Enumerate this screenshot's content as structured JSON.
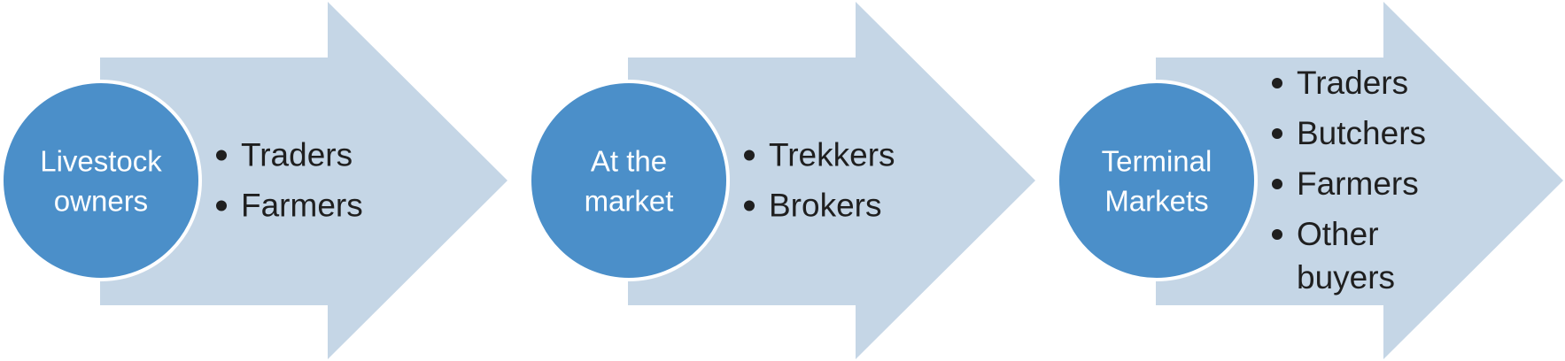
{
  "colors": {
    "arrow_fill": "#c5d6e6",
    "circle_fill": "#4b8fc9",
    "circle_stroke": "#ffffff",
    "circle_text": "#ffffff",
    "bullet_text": "#1f1f1f"
  },
  "stages": [
    {
      "circle_lines": [
        "Livestock",
        "owners"
      ],
      "items": [
        {
          "lines": [
            "Traders"
          ]
        },
        {
          "lines": [
            "Farmers"
          ]
        }
      ]
    },
    {
      "circle_lines": [
        "At the",
        "market"
      ],
      "items": [
        {
          "lines": [
            "Trekkers"
          ]
        },
        {
          "lines": [
            "Brokers"
          ]
        }
      ]
    },
    {
      "circle_lines": [
        "Terminal",
        "Markets"
      ],
      "items": [
        {
          "lines": [
            "Traders"
          ]
        },
        {
          "lines": [
            "Butchers"
          ]
        },
        {
          "lines": [
            "Farmers"
          ]
        },
        {
          "lines": [
            "Other",
            "buyers"
          ]
        }
      ]
    }
  ]
}
